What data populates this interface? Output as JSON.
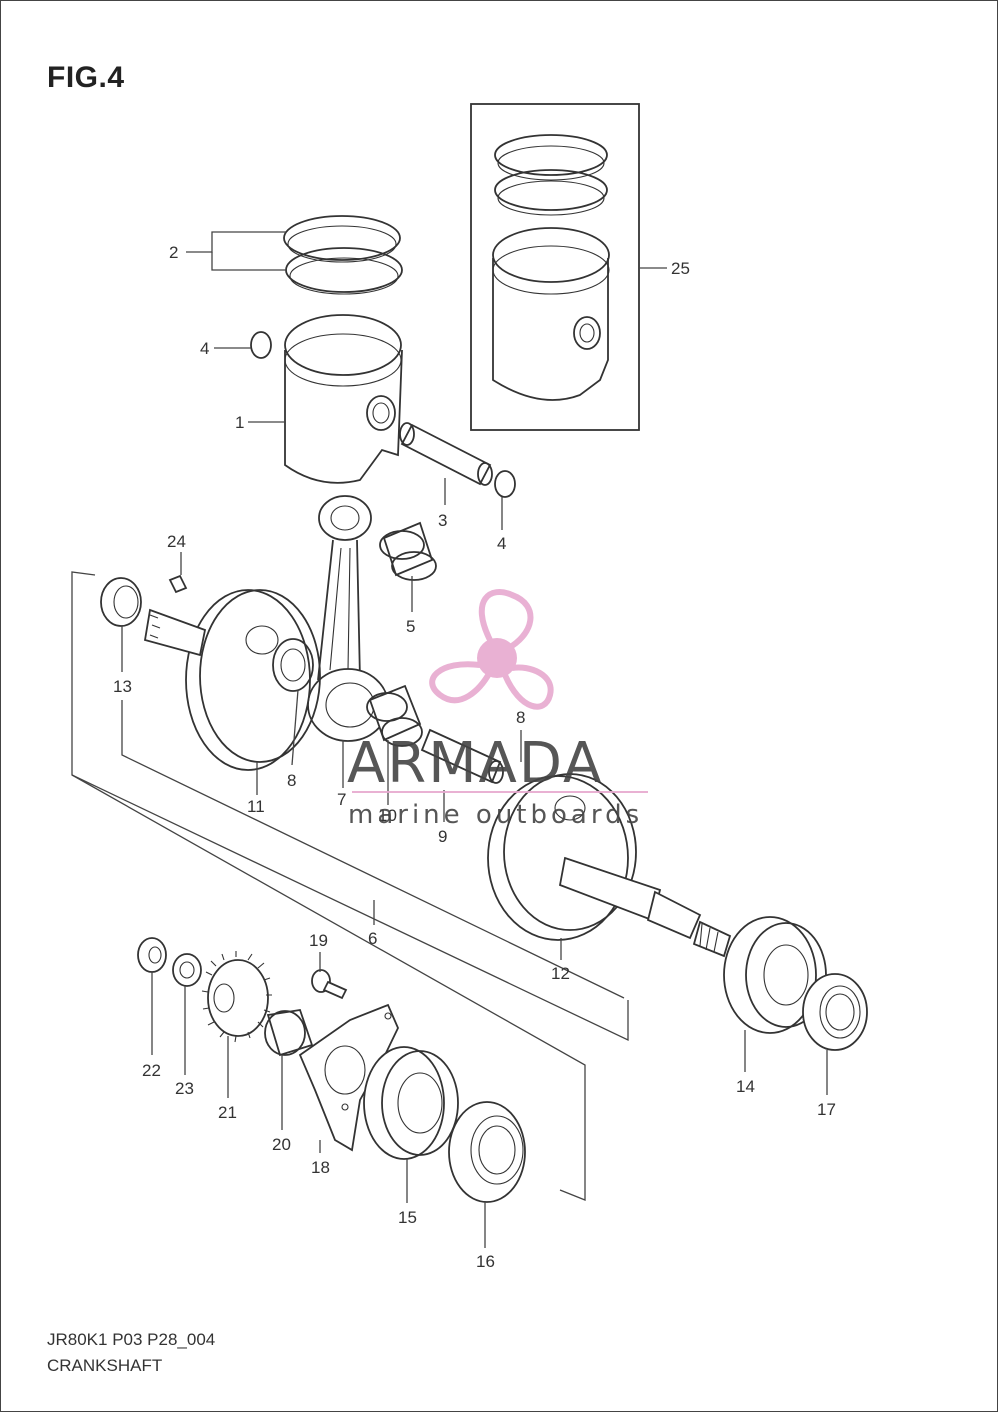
{
  "figure": {
    "title": "FIG.4",
    "code": "JR80K1 P03 P28_004",
    "name": "CRANKSHAFT"
  },
  "watermark": {
    "brand": "ARMADA",
    "tagline": "marine outboards",
    "logo_color": "#e7a9cf",
    "text_color": "#444444"
  },
  "callouts": {
    "c1": "1",
    "c2": "2",
    "c3": "3",
    "c4a": "4",
    "c4b": "4",
    "c5": "5",
    "c6": "6",
    "c7": "7",
    "c8a": "8",
    "c8b": "8",
    "c9": "9",
    "c10": "10",
    "c11": "11",
    "c12": "12",
    "c13": "13",
    "c14": "14",
    "c15": "15",
    "c16": "16",
    "c17": "17",
    "c18": "18",
    "c19": "19",
    "c20": "20",
    "c21": "21",
    "c22": "22",
    "c23": "23",
    "c24": "24",
    "c25": "25"
  }
}
